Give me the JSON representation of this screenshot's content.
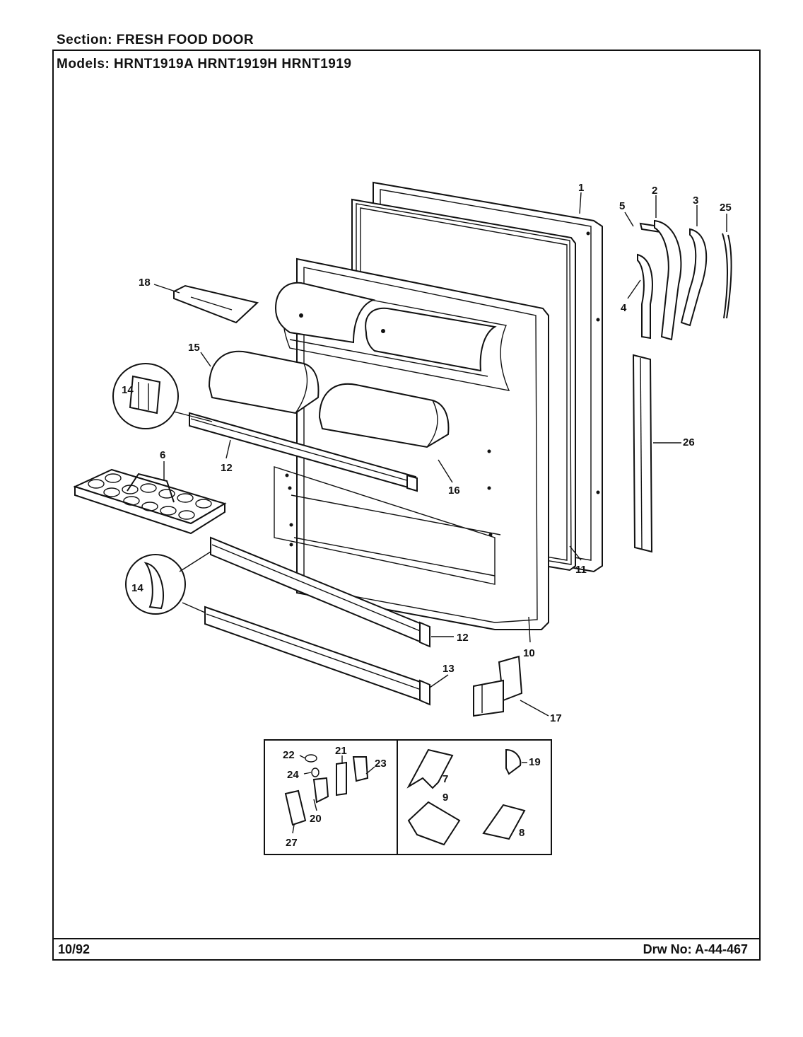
{
  "header": {
    "section": "Section:  FRESH FOOD DOOR",
    "models": "Models:  HRNT1919A   HRNT1919H   HRNT1919"
  },
  "footer": {
    "date": "10/92",
    "drawing_number": "Drw No:  A-44-467"
  },
  "callouts": [
    "1",
    "2",
    "3",
    "25",
    "5",
    "4",
    "18",
    "15",
    "14",
    "12",
    "16",
    "6",
    "26",
    "11",
    "14",
    "12",
    "10",
    "13",
    "17",
    "22",
    "21",
    "23",
    "24",
    "20",
    "27",
    "19",
    "7",
    "9",
    "8"
  ]
}
